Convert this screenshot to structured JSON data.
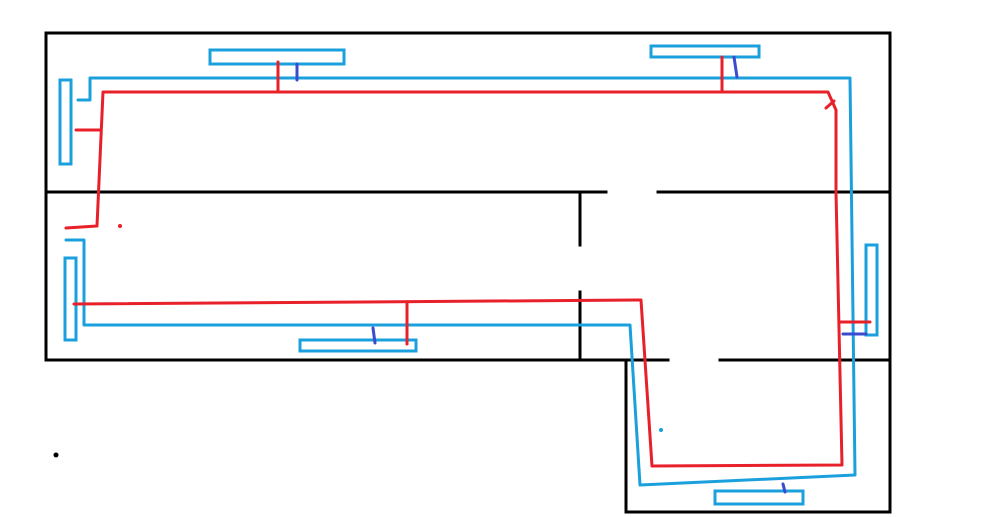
{
  "diagram": {
    "type": "heating-pipe-layout",
    "colors": {
      "walls": "#000000",
      "supply_pipe": "#e8202a",
      "return_pipe": "#1aa0dc",
      "valve": "#3a4bd0",
      "background": "#ffffff"
    },
    "rooms": [
      {
        "id": "room-top"
      },
      {
        "id": "room-middle-left"
      },
      {
        "id": "room-middle-right"
      },
      {
        "id": "room-bottom-right"
      }
    ],
    "radiators": [
      {
        "id": "radiator-top-left-wall"
      },
      {
        "id": "radiator-top-center"
      },
      {
        "id": "radiator-top-right"
      },
      {
        "id": "radiator-middle-left-wall"
      },
      {
        "id": "radiator-middle-bottom"
      },
      {
        "id": "radiator-right-wall"
      },
      {
        "id": "radiator-bottom-right"
      }
    ],
    "valve_count": 5,
    "radiator_count": 7
  }
}
